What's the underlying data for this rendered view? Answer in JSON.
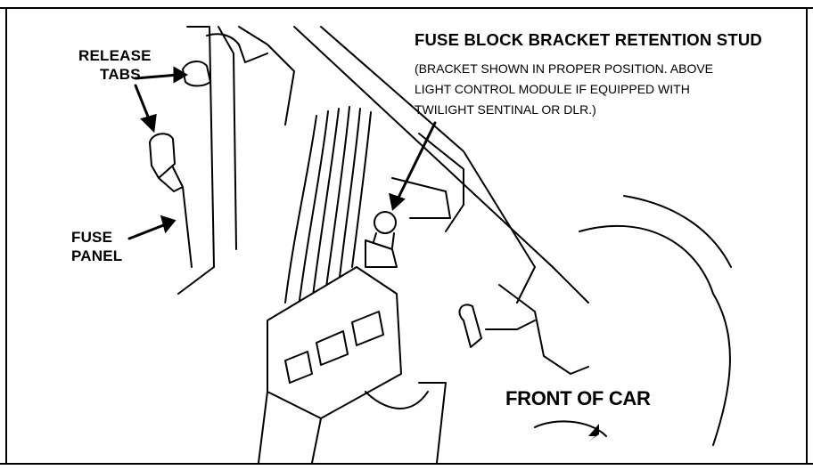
{
  "callouts": {
    "retention_stud": {
      "title": "FUSE BLOCK BRACKET RETENTION STUD",
      "note_lines": [
        "(BRACKET SHOWN IN PROPER POSITION.  ABOVE",
        "LIGHT CONTROL MODULE IF EQUIPPED WITH",
        "TWILIGHT SENTINAL OR DLR.)"
      ]
    },
    "release_tabs": [
      "RELEASE",
      "TABS"
    ],
    "fuse_panel": [
      "FUSE",
      "PANEL"
    ],
    "front_of_car": "FRONT OF CAR"
  },
  "colors": {
    "ink": "#000000",
    "paper": "#ffffff"
  }
}
